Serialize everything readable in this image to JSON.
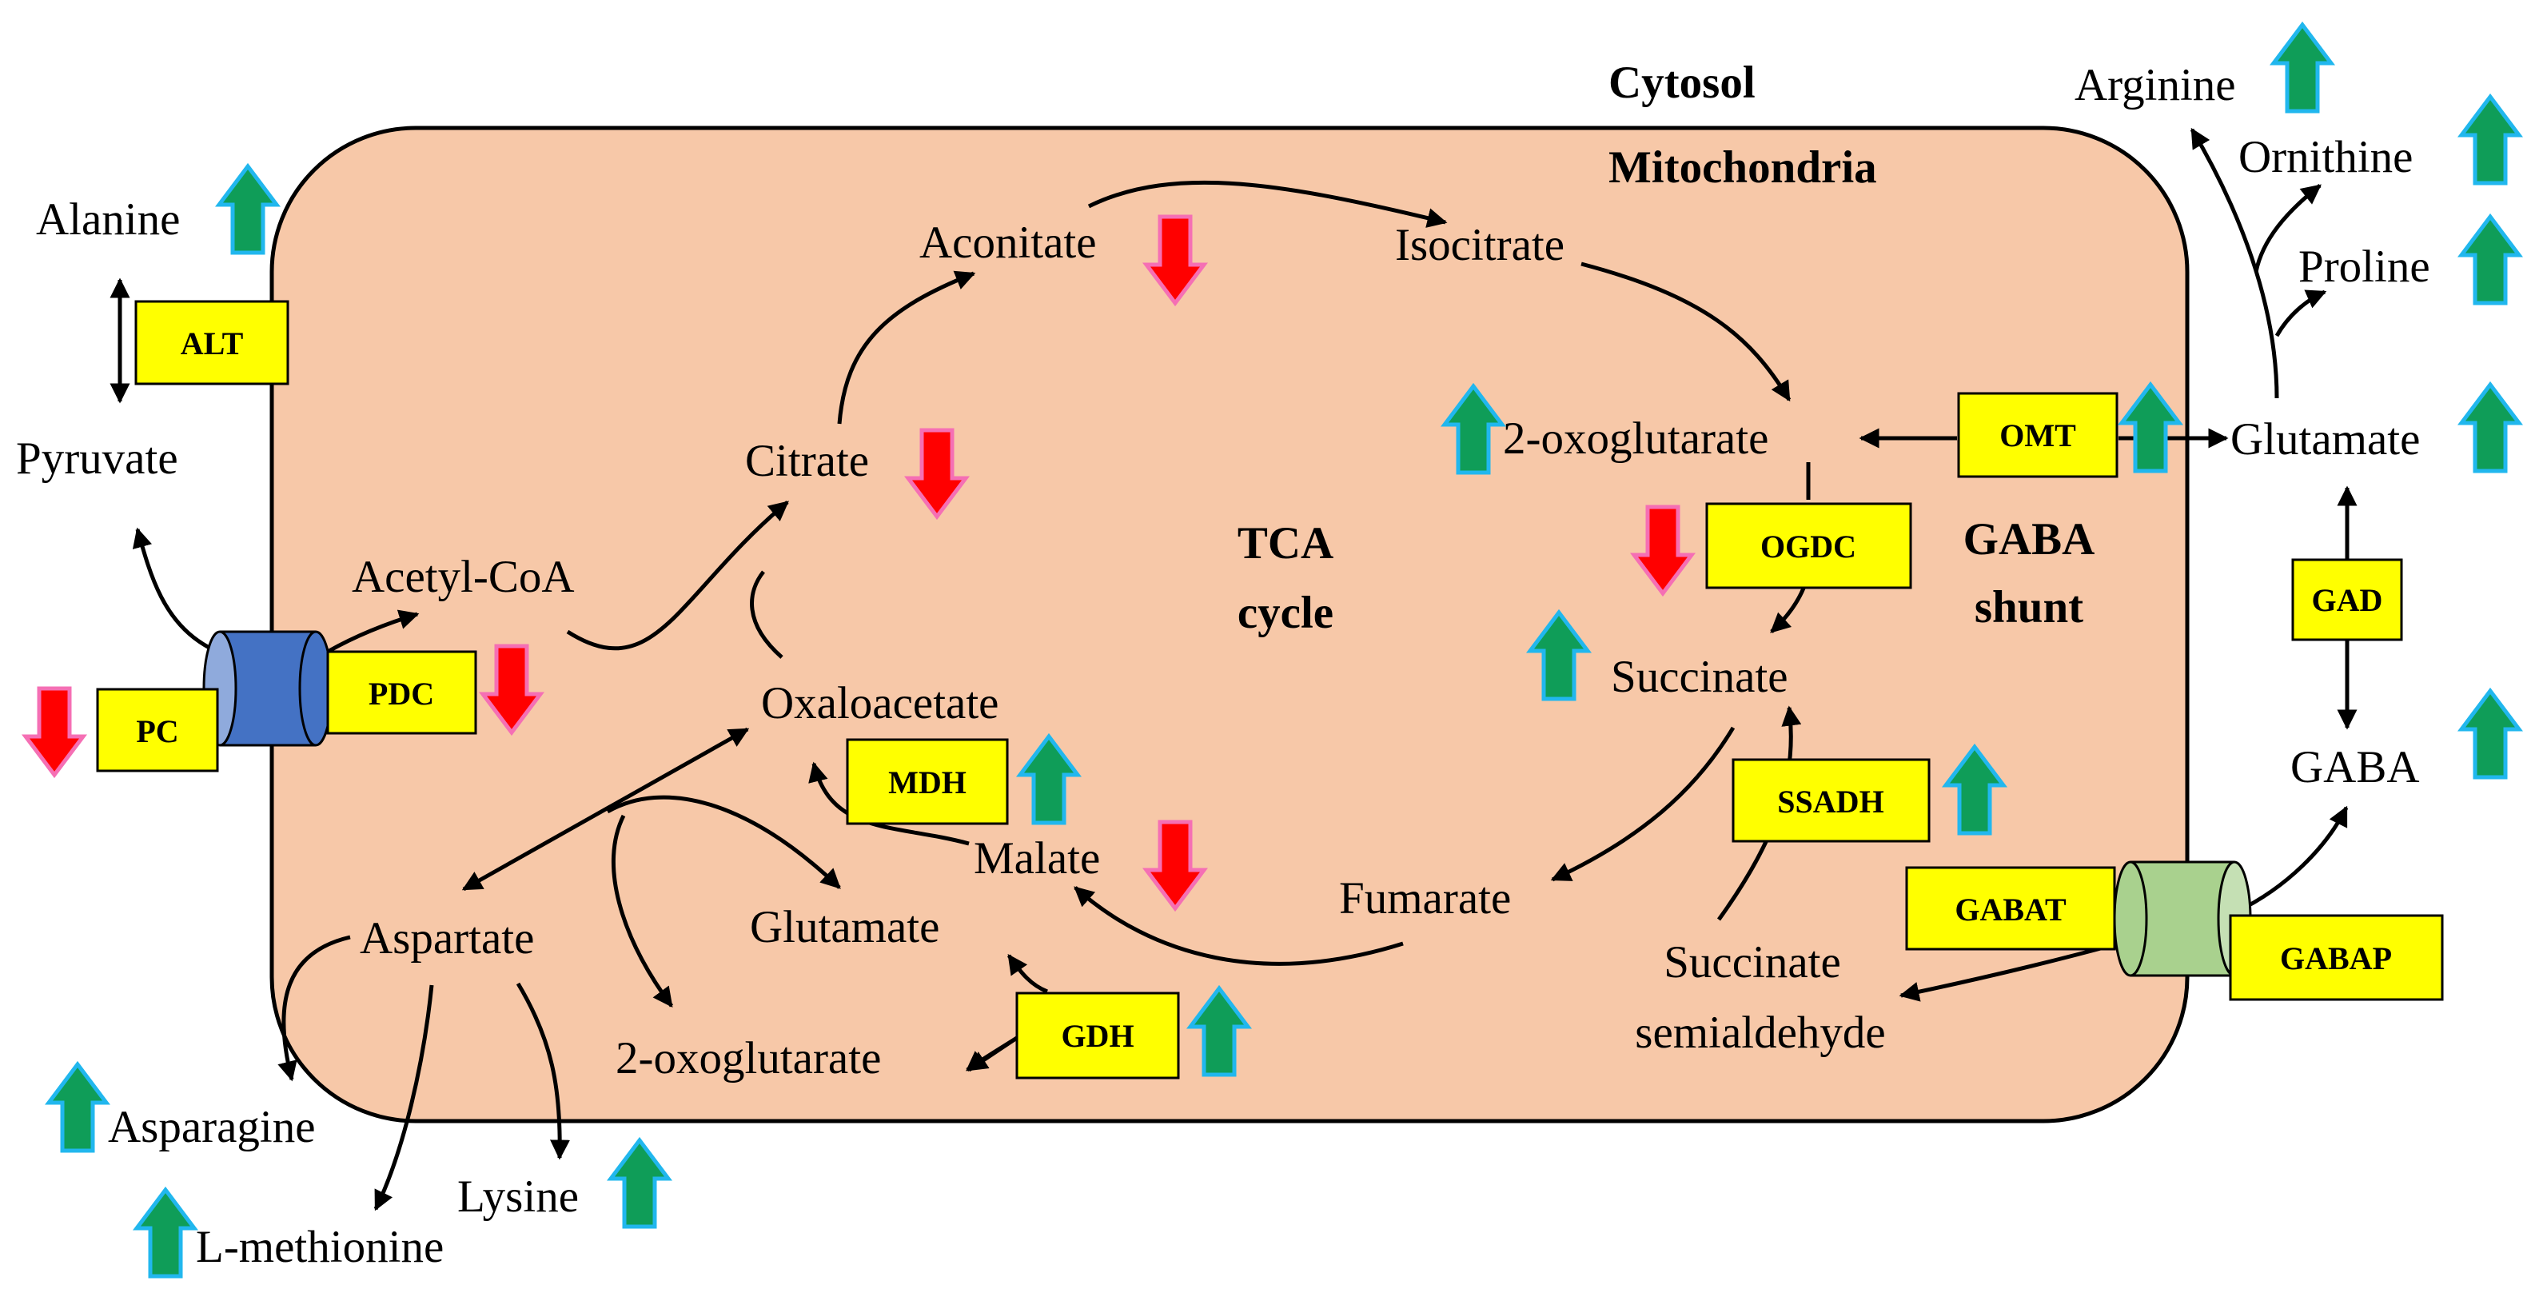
{
  "compartments": {
    "cytosol": "Cytosol",
    "mitochondria": "Mitochondria",
    "tca_cycle": [
      "TCA",
      "cycle"
    ],
    "gaba_shunt": [
      "GABA",
      "shunt"
    ]
  },
  "metabolites": {
    "alanine": "Alanine",
    "pyruvate": "Pyruvate",
    "acetyl_coa": "Acetyl-CoA",
    "citrate": "Citrate",
    "aconitate": "Aconitate",
    "isocitrate": "Isocitrate",
    "oxoglutarate_tca": "2-oxoglutarate",
    "succinate": "Succinate",
    "fumarate": "Fumarate",
    "malate": "Malate",
    "oxaloacetate": "Oxaloacetate",
    "aspartate": "Aspartate",
    "glutamate_mito": "Glutamate",
    "oxoglutarate_lower": "2-oxoglutarate",
    "asparagine": "Asparagine",
    "l_methionine": "L-methionine",
    "lysine": "Lysine",
    "succinate_semialdehyde": [
      "Succinate",
      "semialdehyde"
    ],
    "arginine": "Arginine",
    "ornithine": "Ornithine",
    "proline": "Proline",
    "glutamate_cyto": "Glutamate",
    "gaba": "GABA"
  },
  "enzymes": {
    "alt": "ALT",
    "pc": "PC",
    "pdc": "PDC",
    "ogdc": "OGDC",
    "omt": "OMT",
    "mdh": "MDH",
    "gdh": "GDH",
    "ssadh": "SSADH",
    "gabat": "GABAT",
    "gabap": "GABAP",
    "gad": "GAD"
  },
  "regulation": {
    "alanine": "up",
    "pc": "down",
    "pdc": "down",
    "citrate": "down",
    "aconitate": "down",
    "oxoglutarate_tca": "up",
    "omt": "up",
    "glutamate_cyto": "up",
    "arginine": "up",
    "ornithine": "up",
    "proline": "up",
    "ogdc": "down",
    "succinate": "up",
    "ssadh": "up",
    "gaba": "up",
    "mdh": "up",
    "malate": "down",
    "gdh": "up",
    "asparagine": "up",
    "l_methionine": "up",
    "lysine": "up"
  },
  "colors": {
    "mitochondrion_fill": "#f7c8a8",
    "enzyme_box": "#ffff00",
    "up_arrow": "#0f9d58",
    "up_arrow_outline": "#21b7ee",
    "down_arrow": "#ff0000",
    "down_arrow_outline": "#f56fb4",
    "pc_transporter": "#4472c4",
    "gaba_transporter": "#a9d18e"
  }
}
